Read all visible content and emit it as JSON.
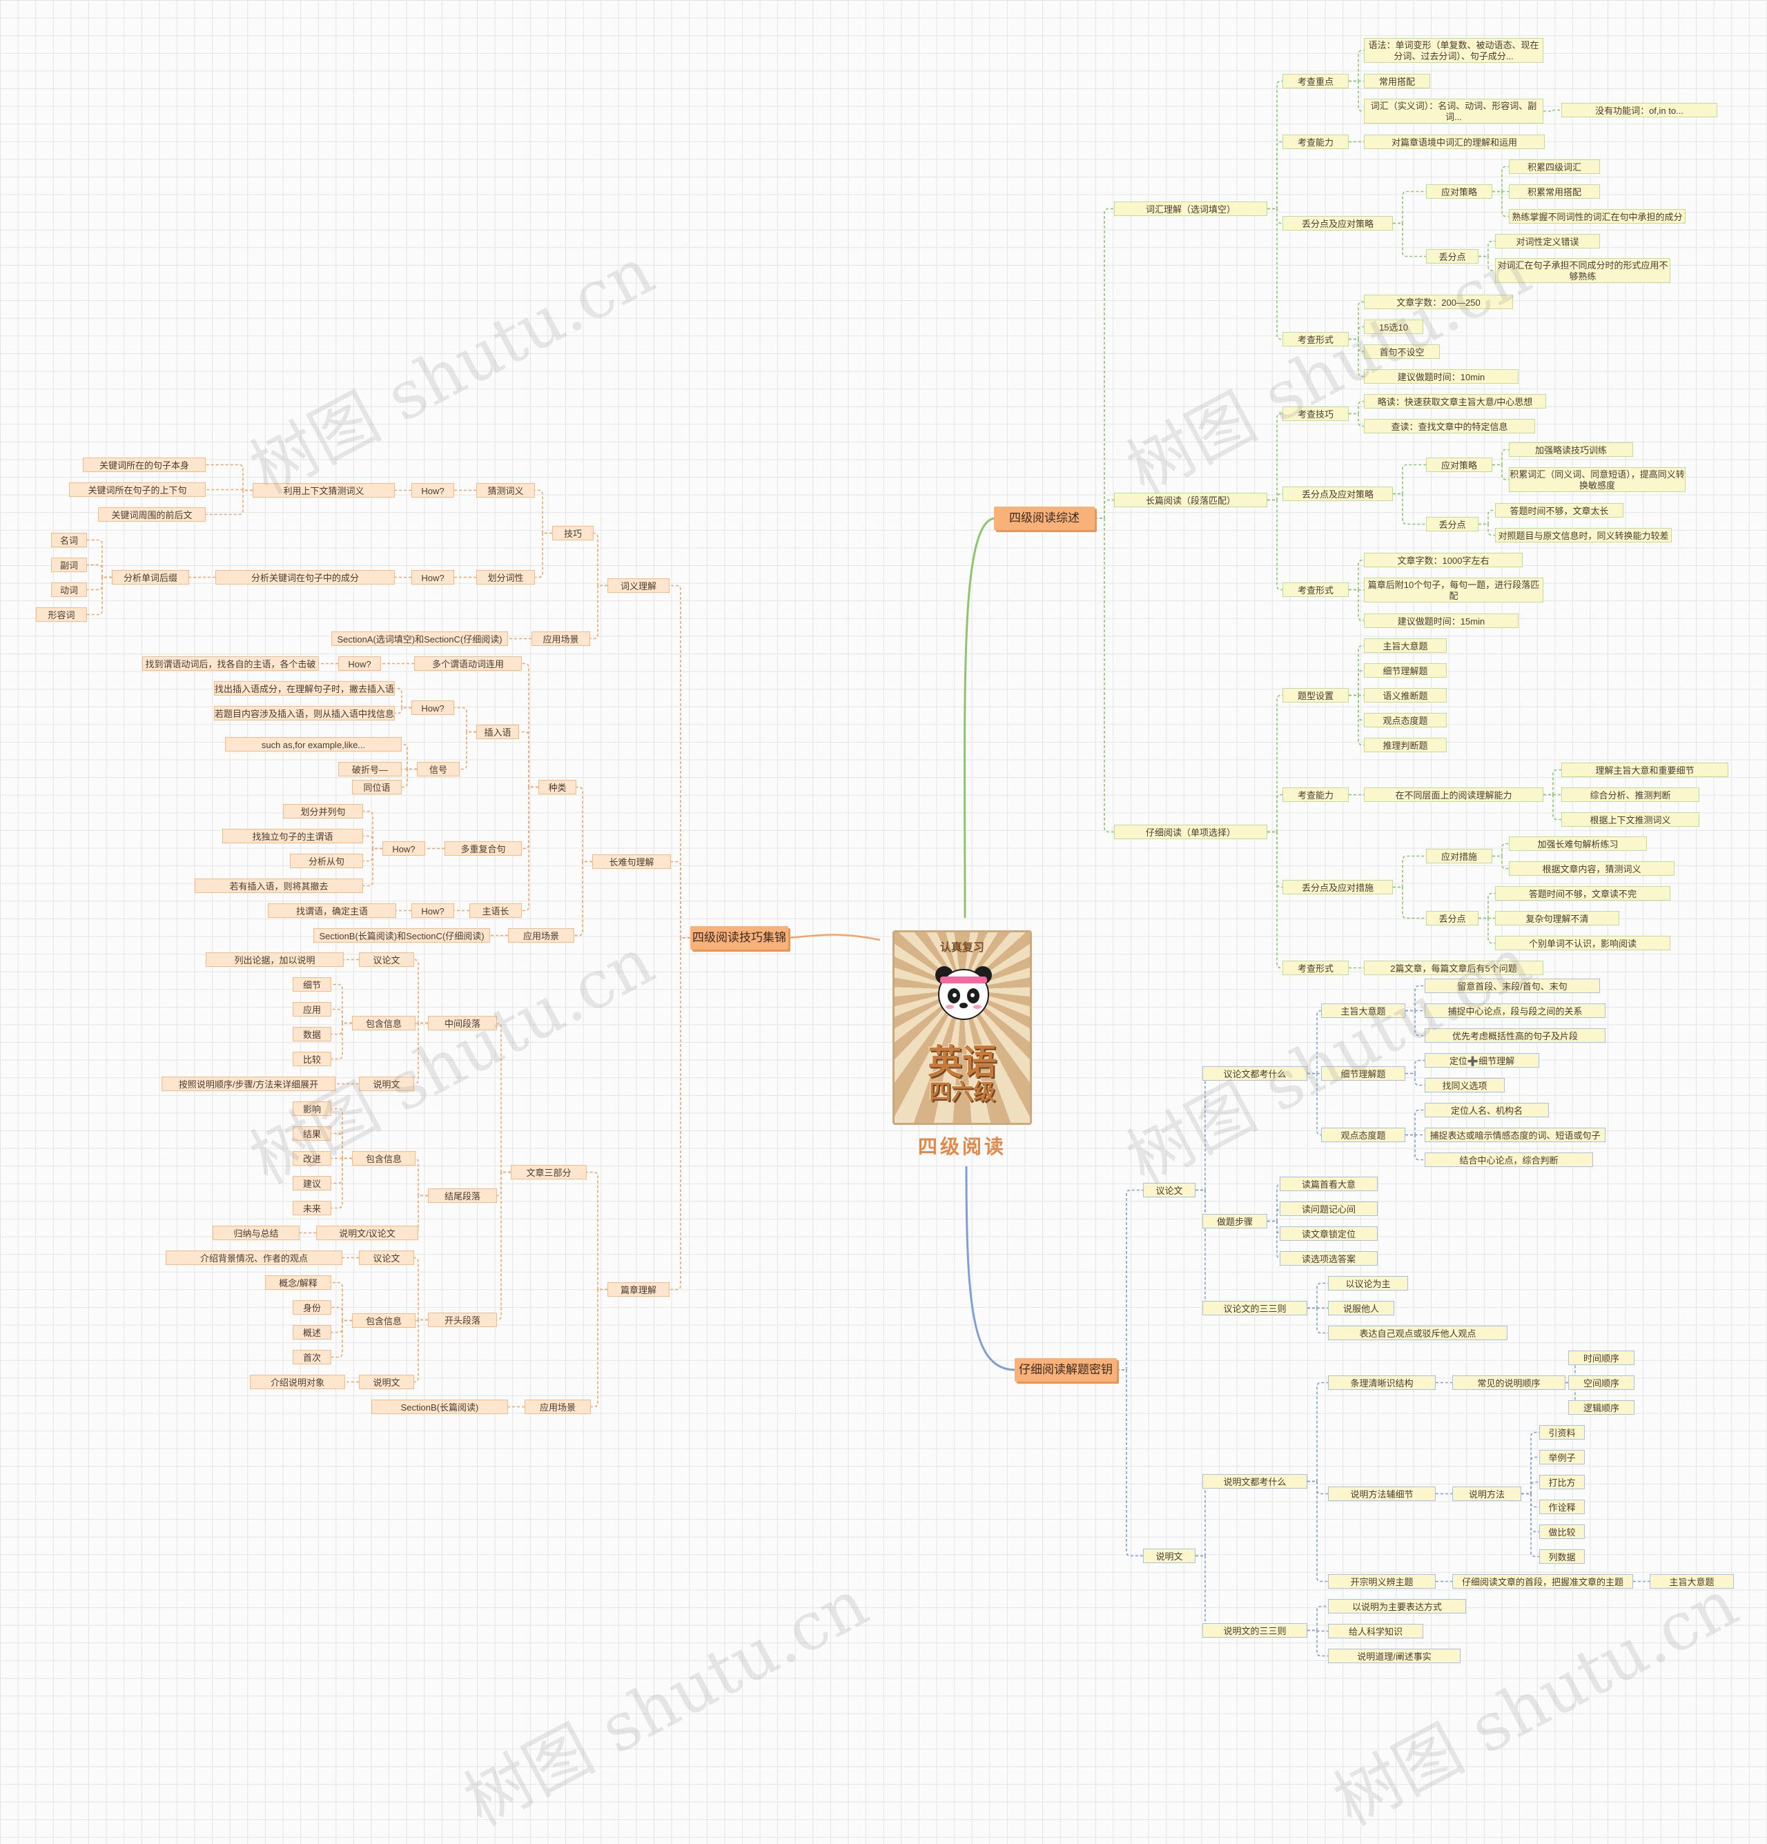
{
  "center": {
    "top_left_text": "认真复习",
    "main_text": "英语",
    "sub_text": "四六级",
    "title": "四级阅读"
  },
  "watermark": "树图 shutu.cn",
  "colors": {
    "orange_line": "#f0a46a",
    "green_line": "#8cc56e",
    "blue_line": "#7f9fd0"
  },
  "nodes": [
    {
      "id": "o1",
      "label": "四级阅读技巧集锦"
    },
    {
      "id": "o_ciyi",
      "label": "词义理解"
    },
    {
      "id": "o_jiqiao",
      "label": "技巧"
    },
    {
      "id": "o_caice",
      "label": "猜测词义"
    },
    {
      "id": "o_how1",
      "label": "How?"
    },
    {
      "id": "o_liyong",
      "label": "利用上下文猜测词义"
    },
    {
      "id": "o_gj1",
      "label": "关键词所在的句子本身"
    },
    {
      "id": "o_gj2",
      "label": "关键词所在句子的上下句"
    },
    {
      "id": "o_gj3",
      "label": "关键词周围的前后文"
    },
    {
      "id": "o_huafen",
      "label": "划分词性"
    },
    {
      "id": "o_how2",
      "label": "How?"
    },
    {
      "id": "o_fenxi",
      "label": "分析关键词在句子中的成分"
    },
    {
      "id": "o_houzhui",
      "label": "分析单词后缀"
    },
    {
      "id": "o_mingci",
      "label": "名词"
    },
    {
      "id": "o_fuci",
      "label": "副词"
    },
    {
      "id": "o_dongci",
      "label": "动词"
    },
    {
      "id": "o_xingrong",
      "label": "形容词"
    },
    {
      "id": "o_yy1",
      "label": "应用场景"
    },
    {
      "id": "o_secA",
      "label": "SectionA(选词填空)和SectionC(仔细阅读)"
    },
    {
      "id": "o_changnan",
      "label": "长难句理解"
    },
    {
      "id": "o_zhonglei",
      "label": "种类"
    },
    {
      "id": "o_duoge",
      "label": "多个谓语动词连用"
    },
    {
      "id": "o_how3",
      "label": "How?"
    },
    {
      "id": "o_zhaodao",
      "label": "找到谓语动词后，找各自的主语，各个击破"
    },
    {
      "id": "o_charu",
      "label": "插入语"
    },
    {
      "id": "o_how4",
      "label": "How?"
    },
    {
      "id": "o_zc1",
      "label": "找出插入语成分，在理解句子时，撇去插入语"
    },
    {
      "id": "o_zc2",
      "label": "若题目内容涉及插入语，则从插入语中找信息"
    },
    {
      "id": "o_xinhao",
      "label": "信号"
    },
    {
      "id": "o_such",
      "label": "such as,for example,like..."
    },
    {
      "id": "o_pozhe",
      "label": "破折号—"
    },
    {
      "id": "o_tongwei",
      "label": "同位语"
    },
    {
      "id": "o_duochong",
      "label": "多重复合句"
    },
    {
      "id": "o_how5",
      "label": "How?"
    },
    {
      "id": "o_hf1",
      "label": "划分并列句"
    },
    {
      "id": "o_hf2",
      "label": "找独立句子的主谓语"
    },
    {
      "id": "o_hf3",
      "label": "分析从句"
    },
    {
      "id": "o_hf4",
      "label": "若有插入语，则将其撤去"
    },
    {
      "id": "o_zhuyu",
      "label": "主语长"
    },
    {
      "id": "o_how6",
      "label": "How?"
    },
    {
      "id": "o_zhaowei",
      "label": "找谓语，确定主语"
    },
    {
      "id": "o_yy2",
      "label": "应用场景"
    },
    {
      "id": "o_secB",
      "label": "SectionB(长篇阅读)和SectionC(仔细阅读)"
    },
    {
      "id": "o_pianzhang",
      "label": "篇章理解"
    },
    {
      "id": "o_sanbufen",
      "label": "文章三部分"
    },
    {
      "id": "o_zhongjian",
      "label": "中间段落"
    },
    {
      "id": "o_yilun1",
      "label": "议论文"
    },
    {
      "id": "o_lieju",
      "label": "列出论据，加以说明"
    },
    {
      "id": "o_baohan1",
      "label": "包含信息"
    },
    {
      "id": "o_xijie",
      "label": "细节"
    },
    {
      "id": "o_yingyong",
      "label": "应用"
    },
    {
      "id": "o_shuju",
      "label": "数据"
    },
    {
      "id": "o_bijiao",
      "label": "比较"
    },
    {
      "id": "o_shuoming1",
      "label": "说明文"
    },
    {
      "id": "o_anzhao",
      "label": "按照说明顺序/步骤/方法来详细展开"
    },
    {
      "id": "o_jiewei",
      "label": "结尾段落"
    },
    {
      "id": "o_baohan2",
      "label": "包含信息"
    },
    {
      "id": "o_yingxiang",
      "label": "影响"
    },
    {
      "id": "o_jieguo",
      "label": "结果"
    },
    {
      "id": "o_gaijin",
      "label": "改进"
    },
    {
      "id": "o_jianyi",
      "label": "建议"
    },
    {
      "id": "o_weilai",
      "label": "未来"
    },
    {
      "id": "o_smyl",
      "label": "说明文/议论文"
    },
    {
      "id": "o_guina",
      "label": "归纳与总结"
    },
    {
      "id": "o_kaitou",
      "label": "开头段落"
    },
    {
      "id": "o_yilun2",
      "label": "议论文"
    },
    {
      "id": "o_jieshao1",
      "label": "介绍背景情况、作者的观点"
    },
    {
      "id": "o_baohan3",
      "label": "包含信息"
    },
    {
      "id": "o_gainian",
      "label": "概念/解释"
    },
    {
      "id": "o_shenfen",
      "label": "身份"
    },
    {
      "id": "o_gaishu",
      "label": "概述"
    },
    {
      "id": "o_shouci",
      "label": "首次"
    },
    {
      "id": "o_shuoming2",
      "label": "说明文"
    },
    {
      "id": "o_jieshao2",
      "label": "介绍说明对象"
    },
    {
      "id": "o_yy3",
      "label": "应用场景"
    },
    {
      "id": "o_secB2",
      "label": "SectionB(长篇阅读)"
    },
    {
      "id": "g1",
      "label": "四级阅读综述"
    },
    {
      "id": "g_cihui",
      "label": "词汇理解（选词填空）"
    },
    {
      "id": "g_kczd",
      "label": "考查重点"
    },
    {
      "id": "g_yufa",
      "label": "语法：单词变形（单复数、被动语态、现在分词、过去分词）、句子成分..."
    },
    {
      "id": "g_changyong",
      "label": "常用搭配"
    },
    {
      "id": "g_cihui2",
      "label": "词汇（实义词）：名词、动词、形容词、副词..."
    },
    {
      "id": "g_meiyou",
      "label": "没有功能词：of,in to..."
    },
    {
      "id": "g_kcnl1",
      "label": "考查能力"
    },
    {
      "id": "g_duipian",
      "label": "对篇章语境中词汇的理解和运用"
    },
    {
      "id": "g_diufen1",
      "label": "丢分点及应对策略"
    },
    {
      "id": "g_yingdui1",
      "label": "应对策略"
    },
    {
      "id": "g_jilei1",
      "label": "积累四级词汇"
    },
    {
      "id": "g_jilei2",
      "label": "积累常用搭配"
    },
    {
      "id": "g_shulian",
      "label": "熟练掌握不同词性的词汇在句中承担的成分"
    },
    {
      "id": "g_dfd1",
      "label": "丢分点"
    },
    {
      "id": "g_duicixing",
      "label": "对词性定义错误"
    },
    {
      "id": "g_duicihui",
      "label": "对词汇在句子承担不同成分时的形式应用不够熟练"
    },
    {
      "id": "g_kcxs1",
      "label": "考查形式"
    },
    {
      "id": "g_zishu1",
      "label": "文章字数：200—250"
    },
    {
      "id": "g_15xuan",
      "label": "15选10"
    },
    {
      "id": "g_shouju",
      "label": "首句不设空"
    },
    {
      "id": "g_jianyi1",
      "label": "建议做题时间：10min"
    },
    {
      "id": "g_changpian",
      "label": "长篇阅读（段落匹配）"
    },
    {
      "id": "g_kcjq",
      "label": "考查技巧"
    },
    {
      "id": "g_luedu",
      "label": "略读：快速获取文章主旨大意/中心思想"
    },
    {
      "id": "g_chadu",
      "label": "查读：查找文章中的特定信息"
    },
    {
      "id": "g_diufen2",
      "label": "丢分点及应对策略"
    },
    {
      "id": "g_yingdui2",
      "label": "应对策略"
    },
    {
      "id": "g_jiaqiang1",
      "label": "加强略读技巧训练"
    },
    {
      "id": "g_jilei3",
      "label": "积累词汇（同义词、同意短语），提高同义转换敏感度"
    },
    {
      "id": "g_dfd2",
      "label": "丢分点"
    },
    {
      "id": "g_dati1",
      "label": "答题时间不够，文章太长"
    },
    {
      "id": "g_duizhao",
      "label": "对照题目与原文信息时，同义转换能力较差"
    },
    {
      "id": "g_kcxs2",
      "label": "考查形式"
    },
    {
      "id": "g_zishu2",
      "label": "文章字数：1000字左右"
    },
    {
      "id": "g_pianzhang",
      "label": "篇章后附10个句子，每句一题，进行段落匹配"
    },
    {
      "id": "g_jianyi2",
      "label": "建议做题时间：15min"
    },
    {
      "id": "g_zixi",
      "label": "仔细阅读（单项选择）"
    },
    {
      "id": "g_tixing",
      "label": "题型设置"
    },
    {
      "id": "g_zhuzhi",
      "label": "主旨大意题"
    },
    {
      "id": "g_xijie",
      "label": "细节理解题"
    },
    {
      "id": "g_yuyi",
      "label": "语义推断题"
    },
    {
      "id": "g_guandian",
      "label": "观点态度题"
    },
    {
      "id": "g_tuili",
      "label": "推理判断题"
    },
    {
      "id": "g_kcnl2",
      "label": "考查能力"
    },
    {
      "id": "g_zaibu",
      "label": "在不同层面上的阅读理解能力"
    },
    {
      "id": "g_lijie",
      "label": "理解主旨大意和重要细节"
    },
    {
      "id": "g_zonghe",
      "label": "综合分析、推测判断"
    },
    {
      "id": "g_genju1",
      "label": "根据上下文推测词义"
    },
    {
      "id": "g_diufen3",
      "label": "丢分点及应对措施"
    },
    {
      "id": "g_yingcuo",
      "label": "应对措施"
    },
    {
      "id": "g_jiaqiang2",
      "label": "加强长难句解析练习"
    },
    {
      "id": "g_genju2",
      "label": "根据文章内容，猜测词义"
    },
    {
      "id": "g_dfd3",
      "label": "丢分点"
    },
    {
      "id": "g_dati2",
      "label": "答题时间不够，文章读不完"
    },
    {
      "id": "g_fuza",
      "label": "复杂句理解不清"
    },
    {
      "id": "g_gebie",
      "label": "个别单词不认识，影响阅读"
    },
    {
      "id": "g_kcxs3",
      "label": "考查形式"
    },
    {
      "id": "g_2pian",
      "label": "2篇文章，每篇文章后有5个问题"
    },
    {
      "id": "b1",
      "label": "仔细阅读解题密钥"
    },
    {
      "id": "b_yilunwen",
      "label": "议论文"
    },
    {
      "id": "b_yldk",
      "label": "议论文都考什么"
    },
    {
      "id": "b_zhuzhi",
      "label": "主旨大意题"
    },
    {
      "id": "b_liuyi",
      "label": "留意首段、末段/首句、末句"
    },
    {
      "id": "b_buzhuo1",
      "label": "捕捉中心论点，段与段之间的关系"
    },
    {
      "id": "b_youxian",
      "label": "优先考虑概括性高的句子及片段"
    },
    {
      "id": "b_xijie",
      "label": "细节理解题"
    },
    {
      "id": "b_dingwei1",
      "label": "定位➕细节理解"
    },
    {
      "id": "b_zhaotong",
      "label": "找同义选项"
    },
    {
      "id": "b_guandian",
      "label": "观点态度题"
    },
    {
      "id": "b_dingwei2",
      "label": "定位人名、机构名"
    },
    {
      "id": "b_buzhuo2",
      "label": "捕捉表达或暗示情感态度的词、短语或句子"
    },
    {
      "id": "b_jiehe",
      "label": "结合中心论点，综合判断"
    },
    {
      "id": "b_zuoti",
      "label": "做题步骤"
    },
    {
      "id": "b_dupian",
      "label": "读篇首看大意"
    },
    {
      "id": "b_duwen",
      "label": "读问题记心间"
    },
    {
      "id": "b_duwenzhang",
      "label": "读文章锁定位"
    },
    {
      "id": "b_duxuan",
      "label": "读选项选答案"
    },
    {
      "id": "b_ylsz",
      "label": "议论文的三三则"
    },
    {
      "id": "b_yiyilun",
      "label": "以议论为主"
    },
    {
      "id": "b_shuofu",
      "label": "说服他人"
    },
    {
      "id": "b_biaoda",
      "label": "表达自己观点或驳斥他人观点"
    },
    {
      "id": "b_shuomingwen",
      "label": "说明文"
    },
    {
      "id": "b_smdk",
      "label": "说明文都考什么"
    },
    {
      "id": "b_tiaoli",
      "label": "条理清晰识结构"
    },
    {
      "id": "b_changjian",
      "label": "常见的说明顺序"
    },
    {
      "id": "b_shijian",
      "label": "时间顺序"
    },
    {
      "id": "b_kongjian",
      "label": "空间顺序"
    },
    {
      "id": "b_luoji",
      "label": "逻辑顺序"
    },
    {
      "id": "b_smff",
      "label": "说明方法辅细节"
    },
    {
      "id": "b_shuomingff",
      "label": "说明方法"
    },
    {
      "id": "b_yinziliao",
      "label": "引资料"
    },
    {
      "id": "b_julizi",
      "label": "举例子"
    },
    {
      "id": "b_dabifang",
      "label": "打比方"
    },
    {
      "id": "b_zuoquanshi",
      "label": "作诠释"
    },
    {
      "id": "b_zuobijiao",
      "label": "做比较"
    },
    {
      "id": "b_lieshuju",
      "label": "列数据"
    },
    {
      "id": "b_kaizong",
      "label": "开宗明义辨主题"
    },
    {
      "id": "b_zixiyuedu",
      "label": "仔细阅读文章的首段，把握准文章的主题"
    },
    {
      "id": "b_zhuzhi2",
      "label": "主旨大意题"
    },
    {
      "id": "b_smsz",
      "label": "说明文的三三则"
    },
    {
      "id": "b_yishuoming",
      "label": "以说明为主要表达方式"
    },
    {
      "id": "b_geiren",
      "label": "给人科学知识"
    },
    {
      "id": "b_shuomingdao",
      "label": "说明道理/阐述事实"
    }
  ]
}
